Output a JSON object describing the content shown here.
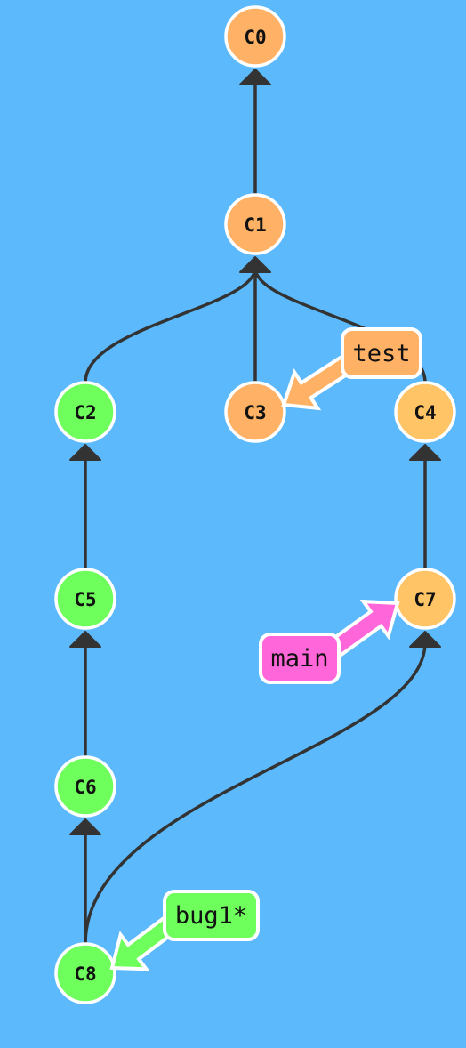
{
  "colors": {
    "background": "#5cb9fc",
    "edge": "#333333",
    "node_orange": "#ffb266",
    "node_green": "#6eff5c",
    "node_yellow_orange": "#ffc466",
    "branch_test": "#ffb266",
    "branch_main": "#ff66d9",
    "branch_bug1": "#6eff5c",
    "stroke_white": "#ffffff"
  },
  "commits": [
    {
      "id": "C0",
      "color": "node_orange"
    },
    {
      "id": "C1",
      "color": "node_orange"
    },
    {
      "id": "C2",
      "color": "node_green"
    },
    {
      "id": "C3",
      "color": "node_orange"
    },
    {
      "id": "C4",
      "color": "node_yellow_orange"
    },
    {
      "id": "C5",
      "color": "node_green"
    },
    {
      "id": "C6",
      "color": "node_green"
    },
    {
      "id": "C7",
      "color": "node_yellow_orange"
    },
    {
      "id": "C8",
      "color": "node_green"
    }
  ],
  "edges": [
    {
      "from": "C1",
      "to": "C0"
    },
    {
      "from": "C2",
      "to": "C1"
    },
    {
      "from": "C3",
      "to": "C1"
    },
    {
      "from": "C4",
      "to": "C1"
    },
    {
      "from": "C5",
      "to": "C2"
    },
    {
      "from": "C6",
      "to": "C5"
    },
    {
      "from": "C7",
      "to": "C4"
    },
    {
      "from": "C8",
      "to": "C6"
    },
    {
      "from": "C8",
      "to": "C7"
    }
  ],
  "branches": [
    {
      "name": "test",
      "target": "C3",
      "color": "branch_test"
    },
    {
      "name": "main",
      "target": "C7",
      "color": "branch_main"
    },
    {
      "name": "bug1*",
      "target": "C8",
      "color": "branch_bug1"
    }
  ]
}
